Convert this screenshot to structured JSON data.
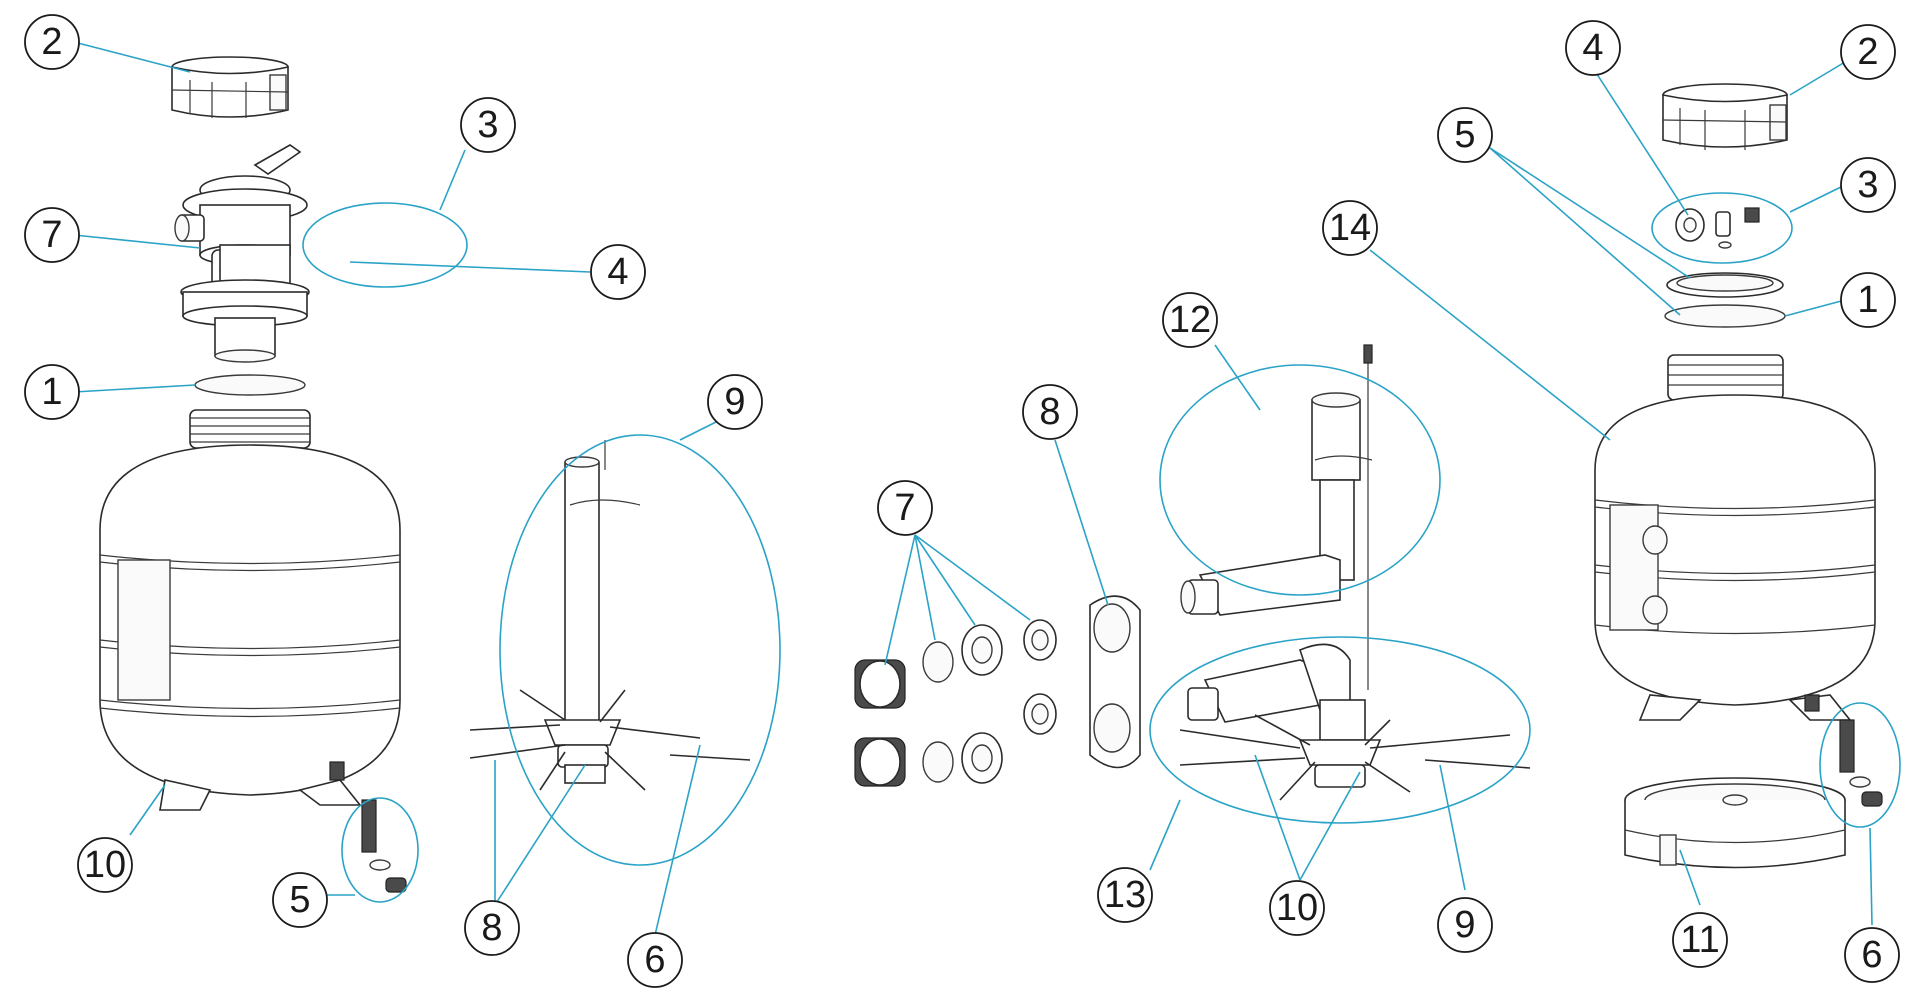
{
  "diagram": {
    "callouts": {
      "l1": "1",
      "l2": "2",
      "l3": "3",
      "l4": "4",
      "l5": "5",
      "l6": "6",
      "l7": "7",
      "l8": "8",
      "l9": "9",
      "l10": "10",
      "m7": "7",
      "m8": "8",
      "m9": "9",
      "m10": "10",
      "m12": "12",
      "m13": "13",
      "r1": "1",
      "r2": "2",
      "r3": "3",
      "r4": "4",
      "r5": "5",
      "r6": "6",
      "r11": "11",
      "r14": "14"
    },
    "colors": {
      "leader": "#2aa3c7",
      "outline": "#2b2b2b"
    }
  }
}
